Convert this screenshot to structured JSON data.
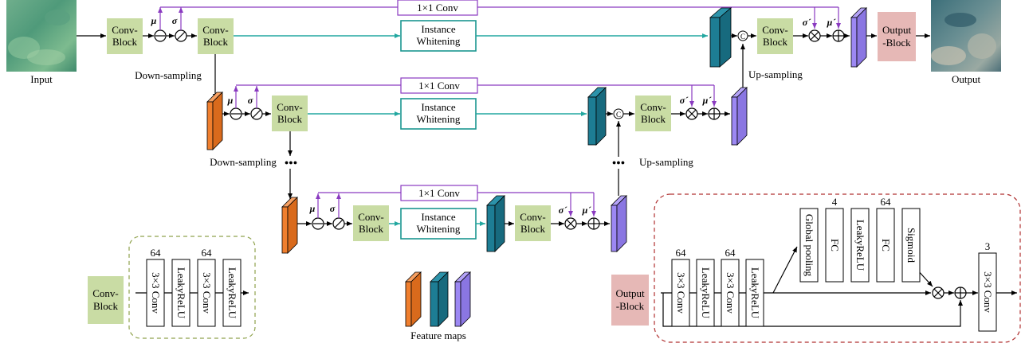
{
  "colors": {
    "conv_block": "#c9dca4",
    "output_block": "#e6b8b6",
    "whitening": "#1a9690",
    "conv1x1": "#8a3ac0",
    "teal_arrow": "#22a7a0",
    "orange_map": "#f07f2e",
    "teal_map": "#1d7d94",
    "purple_map": "#9c88f3",
    "conv_dash": "#8fa24d",
    "output_dash": "#b03030"
  },
  "labels": {
    "input": "Input",
    "output": "Output",
    "down_sampling": "Down-sampling",
    "up_sampling": "Up-sampling",
    "conv_block": [
      "Conv-",
      "Block"
    ],
    "output_block": [
      "Output",
      "-Block"
    ],
    "conv1x1": "1×1 Conv",
    "whitening": [
      "Instance",
      "Whitening"
    ],
    "mu": "μ",
    "sigma": "σ",
    "mu_prime": "μ´",
    "sigma_prime": "σ´",
    "concat": "C",
    "dots": "●●●",
    "feature_maps": "Feature maps"
  },
  "conv_block_detail": {
    "block_label": [
      "Conv-",
      "Block"
    ],
    "layers": [
      {
        "label": "3×3 Conv",
        "channels": "64"
      },
      {
        "label": "LeakyReLU",
        "channels": ""
      },
      {
        "label": "3×3 Conv",
        "channels": "64"
      },
      {
        "label": "LeakyReLU",
        "channels": ""
      }
    ]
  },
  "output_block_detail": {
    "block_label": [
      "Output",
      "-Block"
    ],
    "layers": [
      {
        "label": "3×3 Conv",
        "channels": "64"
      },
      {
        "label": "LeakyReLU",
        "channels": ""
      },
      {
        "label": "3×3 Conv",
        "channels": "64"
      },
      {
        "label": "LeakyReLU",
        "channels": ""
      }
    ],
    "attention": [
      {
        "label": "Global pooling",
        "channels": ""
      },
      {
        "label": "FC",
        "channels": "4"
      },
      {
        "label": "LeakyReLU",
        "channels": ""
      },
      {
        "label": "FC",
        "channels": "64"
      },
      {
        "label": "Sigmoid",
        "channels": ""
      }
    ],
    "final": {
      "label": "3×3 Conv",
      "channels": "3"
    }
  }
}
